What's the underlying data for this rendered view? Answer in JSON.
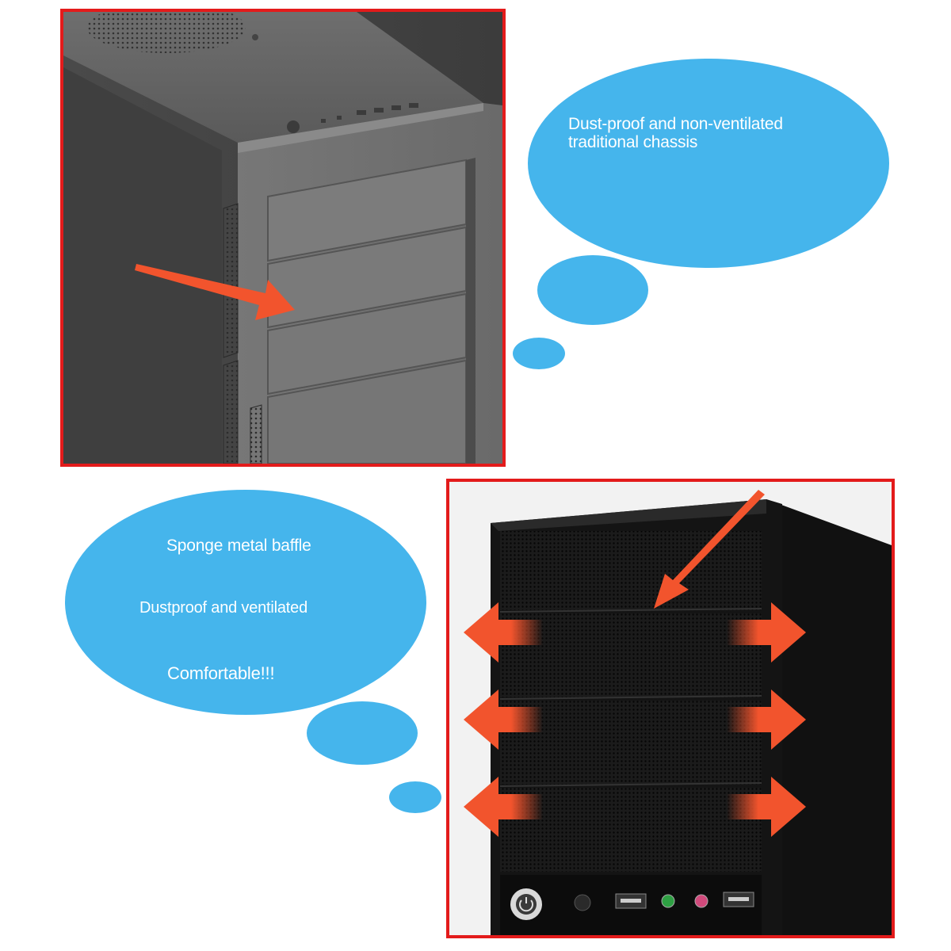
{
  "top_callout": {
    "line1": "Dust-proof and non-ventilated",
    "line2": "traditional chassis"
  },
  "bottom_callout": {
    "line1": "Sponge metal baffle",
    "line2": "Dustproof and ventilated",
    "line3": "Comfortable!!!"
  },
  "colors": {
    "frame_red": "#e31b1b",
    "bubble_blue": "#45b5ec",
    "arrow_orange": "#f2542d",
    "traditional_case_gray": "#5d5d5d",
    "mesh_case_black": "#141414"
  },
  "icons": [
    "power-icon",
    "usb-port-icon",
    "audio-jack-icon",
    "airflow-arrow-icon"
  ]
}
